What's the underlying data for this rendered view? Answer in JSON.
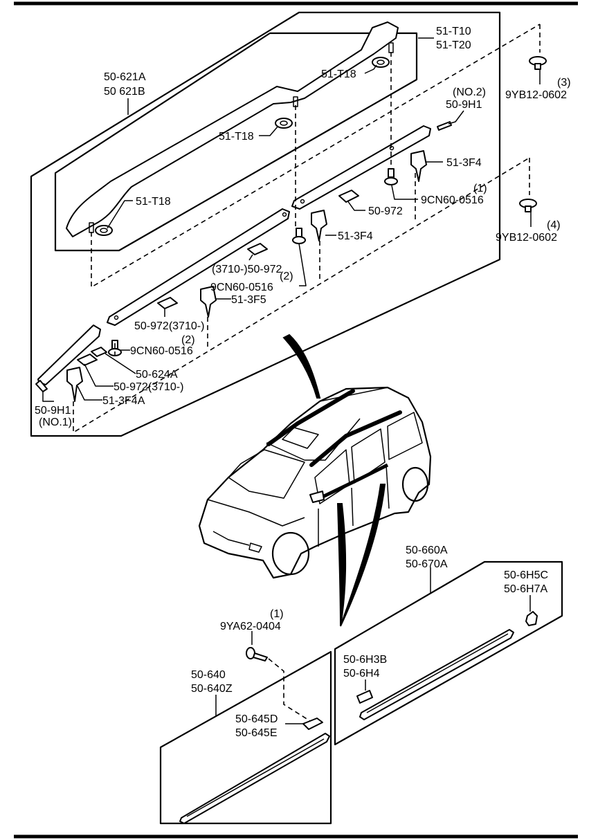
{
  "labels": {
    "roof_rail": [
      "50-621A",
      "50 621B"
    ],
    "rail_cover": [
      "51-T10",
      "51-T20"
    ],
    "t18_a": "51-T18",
    "t18_b": "51-T18",
    "t18_c": "51-T18",
    "no2_note": "(NO.2)",
    "h1_a": "50-9H1",
    "yb_a_qty": "(3)",
    "yb_a": "9YB12-0602",
    "f4_a": "51-3F4",
    "cn_a_qty": "(1)",
    "cn_a": "9CN60-0516",
    "p972_a": "50-972",
    "yb_b_qty": "(4)",
    "yb_b": "9YB12-0602",
    "f4_b": "51-3F4",
    "p972_b": "(3710-)50-972",
    "cn_b_qty": "(2)",
    "cn_b": "9CN60-0516",
    "f5": "51-3F5",
    "p972_c": "50-972(3710-)",
    "cn_c_qty": "(2)",
    "cn_c": "9CN60-0516",
    "p624": "50-624A",
    "p972_d": "50-972(3710-)",
    "f4a": "51-3F4A",
    "h1_b": "50-9H1",
    "no1_note": "(NO.1)",
    "molding_front": [
      "50-660A",
      "50-670A"
    ],
    "h5c": [
      "50-6H5C",
      "50-6H7A"
    ],
    "ya_qty": "(1)",
    "ya": "9YA62-0404",
    "h3b": [
      "50-6H3B",
      "50-6H4"
    ],
    "molding_rear": [
      "50-640",
      "50-640Z"
    ],
    "clip_645": [
      "50-645D",
      "50-645E"
    ]
  }
}
